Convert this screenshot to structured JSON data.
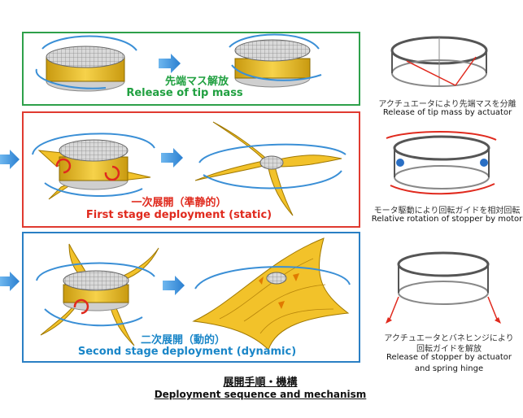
{
  "colors": {
    "stage1_border": "#2ea04a",
    "stage2_border": "#e03a30",
    "stage3_border": "#2a7fc4",
    "petal": "#f2c22a",
    "arrow_blue": "#3a8fd6",
    "rotation_red": "#e02a1e"
  },
  "stages": [
    {
      "title_jp": "先端マス解放",
      "title_en": "Release of tip mass"
    },
    {
      "title_jp": "一次展開（準静的）",
      "title_en": "First stage deployment (static)"
    },
    {
      "title_jp": "二次展開（動的）",
      "title_en": "Second stage deployment (dynamic)"
    }
  ],
  "mechanisms": [
    {
      "caption_jp": "アクチュエータにより先端マスを分離",
      "caption_en": "Release of tip mass by actuator"
    },
    {
      "caption_jp": "モータ駆動により回転ガイドを相対回転",
      "caption_en": "Relative rotation of stopper by motor"
    },
    {
      "caption_jp_line1": "アクチュエータとバネヒンジにより",
      "caption_jp_line2": "回転ガイドを解放",
      "caption_en_line1": "Release of stopper by actuator",
      "caption_en_line2": "and spring hinge"
    }
  ],
  "footer": {
    "title_jp": "展開手順・機構",
    "title_en": "Deployment sequence and mechanism"
  }
}
